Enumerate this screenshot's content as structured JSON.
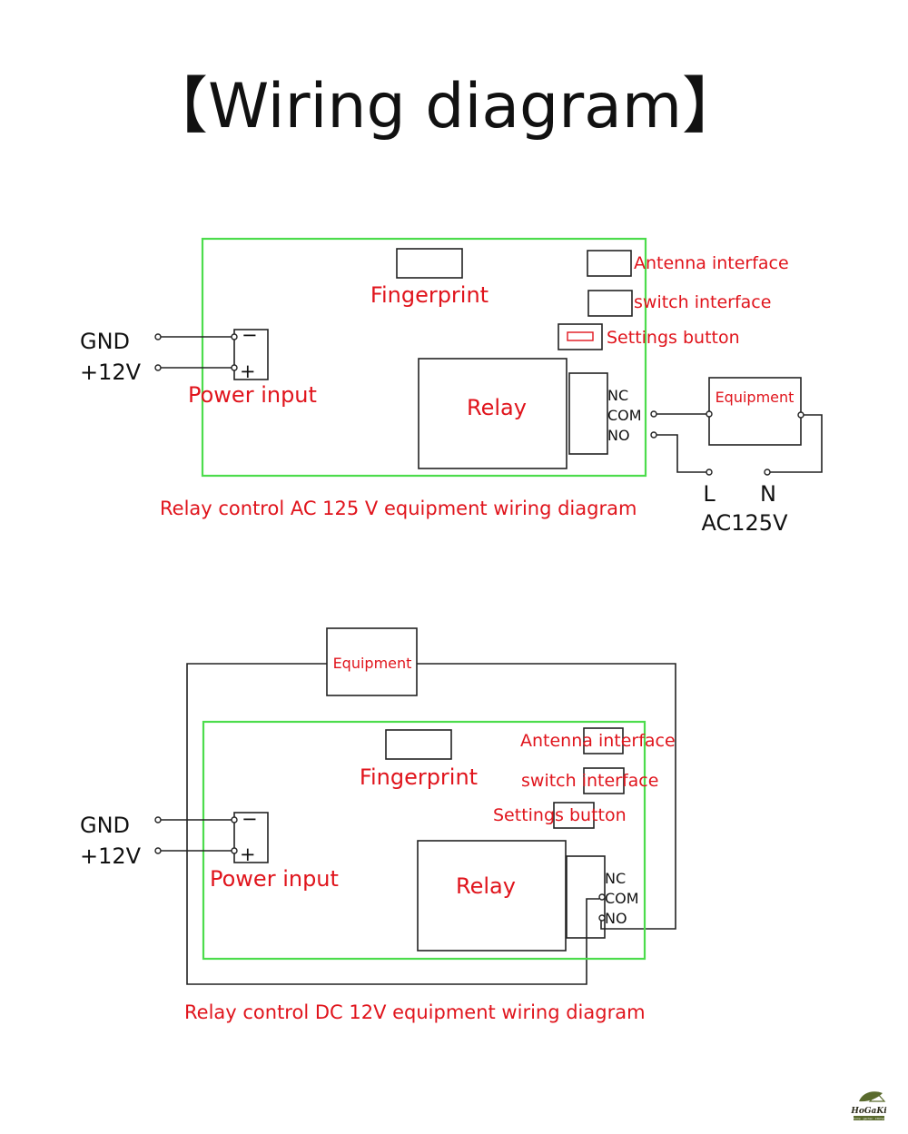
{
  "title": "【Wiring diagram】",
  "diagram_ac": {
    "caption": "Relay control AC 125 V equipment wiring diagram",
    "power": {
      "gnd_label": "GND",
      "v12_label": "+12V",
      "minus": "−",
      "plus": "+",
      "label": "Power input"
    },
    "fingerprint_label": "Fingerprint",
    "antenna_label": "Antenna interface",
    "switch_label": "switch interface",
    "settings_label": "Settings button",
    "relay_label": "Relay",
    "pins": {
      "nc": "NC",
      "com": "COM",
      "no": "NO"
    },
    "equipment_label": "Equipment",
    "line_l": "L",
    "line_n": "N",
    "supply_label": "AC125V"
  },
  "diagram_dc": {
    "caption": "Relay control DC 12V equipment wiring diagram",
    "power": {
      "gnd_label": "GND",
      "v12_label": "+12V",
      "minus": "−",
      "plus": "+",
      "label": "Power input"
    },
    "fingerprint_label": "Fingerprint",
    "antenna_label": "Antenna interface",
    "switch_label": "switch interface",
    "settings_label": "Settings button",
    "relay_label": "Relay",
    "pins": {
      "nc": "NC",
      "com": "COM",
      "no": "NO"
    },
    "equipment_label": "Equipment"
  },
  "logo": {
    "name": "HoGaKi",
    "tagline": "Home · garden · kitchen",
    "colors": {
      "leaf": "#5a6b2e",
      "text": "#2a2a1a"
    }
  },
  "colors": {
    "board": "#4cdc4c",
    "label_red": "#e0141c",
    "wire": "#222222"
  }
}
